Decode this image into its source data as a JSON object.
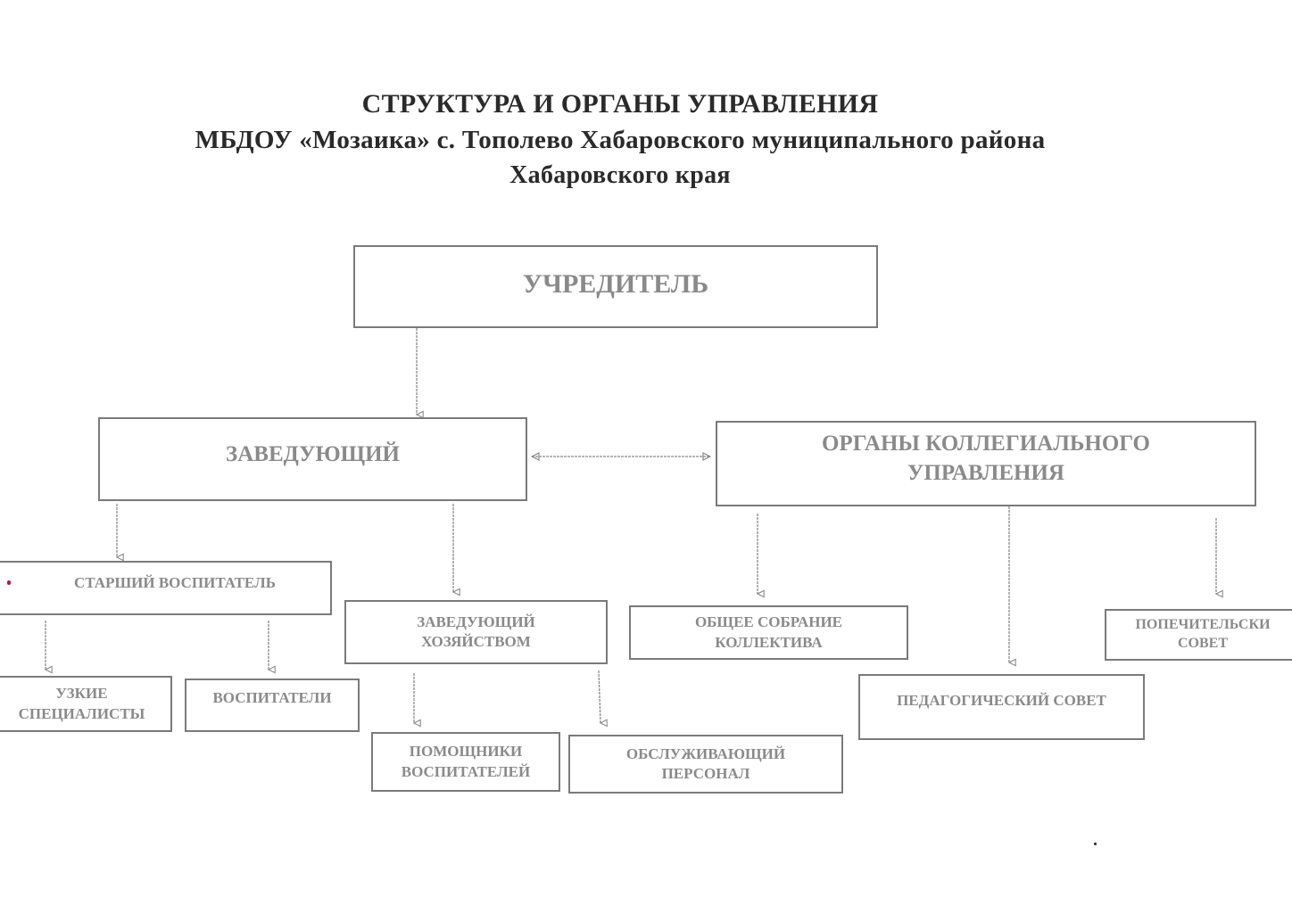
{
  "document": {
    "title_lines": [
      "СТРУКТУРА И ОРГАНЫ УПРАВЛЕНИЯ",
      "МБДОУ «Мозаика» с. Тополево Хабаровского муниципального района",
      "Хабаровского края"
    ]
  },
  "nodes": {
    "founder": {
      "lines": [
        "УЧРЕДИТЕЛЬ"
      ]
    },
    "head": {
      "lines": [
        "ЗАВЕДУЮЩИЙ"
      ]
    },
    "collegial": {
      "lines": [
        "ОРГАНЫ КОЛЛЕГИАЛЬНОГО",
        "УПРАВЛЕНИЯ"
      ]
    },
    "senior_teacher": {
      "lines": [
        "СТАРШИЙ ВОСПИТАТЕЛЬ"
      ]
    },
    "household_head": {
      "lines": [
        "ЗАВЕДУЮЩИЙ",
        "ХОЗЯЙСТВОМ"
      ]
    },
    "general_assembly": {
      "lines": [
        "ОБЩЕЕ СОБРАНИЕ",
        "КОЛЛЕКТИВА"
      ]
    },
    "trustees": {
      "lines": [
        "ПОПЕЧИТЕЛЬСКИ",
        "СОВЕТ"
      ]
    },
    "pedagogical": {
      "lines": [
        "ПЕДАГОГИЧЕСКИЙ СОВЕТ"
      ]
    },
    "specialists": {
      "lines": [
        "УЗКИЕ",
        "СПЕЦИАЛИСТЫ"
      ]
    },
    "teachers": {
      "lines": [
        "ВОСПИТАТЕЛИ"
      ]
    },
    "assistants": {
      "lines": [
        "ПОМОЩНИКИ",
        "ВОСПИТАТЕЛЕЙ"
      ]
    },
    "service_staff": {
      "lines": [
        "ОБСЛУЖИВАЮЩИЙ",
        "ПЕРСОНАЛ"
      ]
    }
  },
  "edges": [
    {
      "from": "founder",
      "to": "head",
      "type": "one-way"
    },
    {
      "from": "head",
      "to": "collegial",
      "type": "two-way"
    },
    {
      "from": "head",
      "to": "senior_teacher",
      "type": "one-way"
    },
    {
      "from": "head",
      "to": "household_head",
      "type": "one-way"
    },
    {
      "from": "collegial",
      "to": "general_assembly",
      "type": "one-way"
    },
    {
      "from": "collegial",
      "to": "pedagogical",
      "type": "one-way"
    },
    {
      "from": "collegial",
      "to": "trustees",
      "type": "one-way"
    },
    {
      "from": "senior_teacher",
      "to": "specialists",
      "type": "one-way"
    },
    {
      "from": "senior_teacher",
      "to": "teachers",
      "type": "one-way"
    },
    {
      "from": "household_head",
      "to": "assistants",
      "type": "one-way"
    },
    {
      "from": "household_head",
      "to": "service_staff",
      "type": "one-way"
    }
  ],
  "colors": {
    "title_text": "#2a2a2a",
    "box_text": "#8a8a8a",
    "box_border": "#7a7a7a",
    "connector": "#8a8a8a"
  }
}
